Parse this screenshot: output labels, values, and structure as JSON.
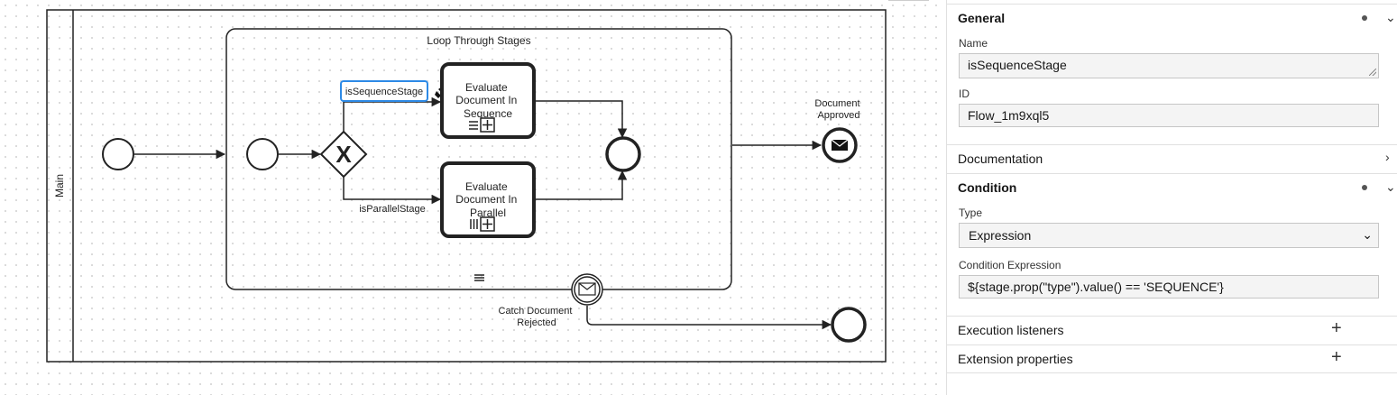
{
  "diagram": {
    "pool_label": "Main",
    "subprocess_label": "Loop Through Stages",
    "task_sequence_label": "Evaluate Document In Sequence",
    "task_sequence_lines": [
      "Evaluate",
      "Document In",
      "Sequence"
    ],
    "task_parallel_label": "Evaluate Document In Parallel",
    "task_parallel_lines": [
      "Evaluate",
      "Document In",
      "Parallel"
    ],
    "flow_sequence_label": "isSequenceStage",
    "flow_parallel_label": "isParallelStage",
    "end_approved_lines": [
      "Document",
      "Approved"
    ],
    "boundary_rejected_lines": [
      "Catch Document",
      "Rejected"
    ],
    "gateway_symbol": "X"
  },
  "panel": {
    "general": {
      "title": "General",
      "name_label": "Name",
      "name_value": "isSequenceStage",
      "id_label": "ID",
      "id_value": "Flow_1m9xql5"
    },
    "documentation": {
      "title": "Documentation"
    },
    "condition": {
      "title": "Condition",
      "type_label": "Type",
      "type_value": "Expression",
      "expression_label": "Condition Expression",
      "expression_value": "${stage.prop(\"type\").value() == 'SEQUENCE'}"
    },
    "execution_listeners": {
      "title": "Execution listeners"
    },
    "extension_properties": {
      "title": "Extension properties"
    }
  },
  "icons": {
    "dot": "changed-indicator-dot",
    "chevron_down": "chevron-down-icon",
    "chevron_right": "chevron-right-icon",
    "plus": "plus-icon"
  },
  "colors": {
    "selection": "#2d8ae6",
    "stroke": "#222222"
  }
}
